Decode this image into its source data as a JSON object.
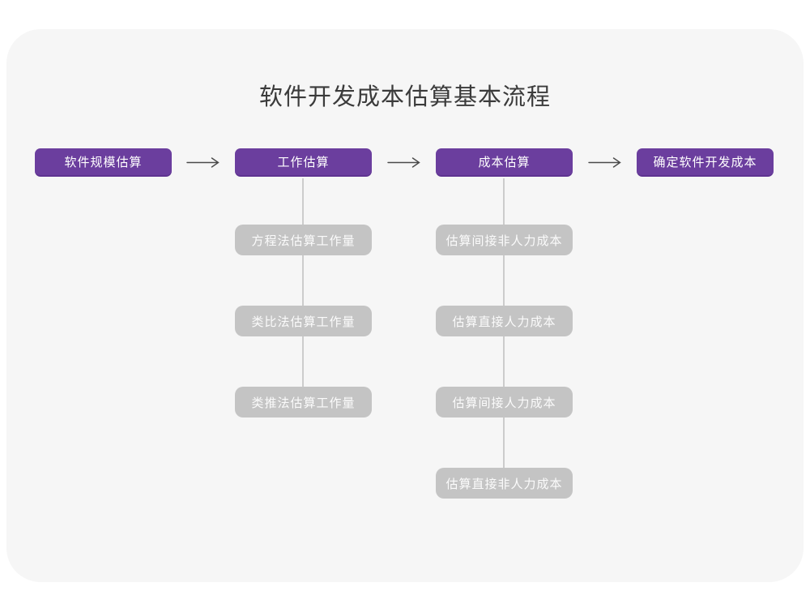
{
  "page": {
    "title": "软件开发成本估算基本流程"
  },
  "colors": {
    "canvas_bg": "#ffffff",
    "card_bg": "#f6f6f6",
    "stage_box_bg": "#6b3e9e",
    "stage_box_text": "#ffffff",
    "sub_box_bg": "#c4c4c4",
    "sub_box_text": "#fbfbfb",
    "arrow": "#4a4a4a",
    "connector": "#cccccc",
    "title_text": "#3b3b3b"
  },
  "flow": {
    "stages": [
      {
        "label": "软件规模估算",
        "children": []
      },
      {
        "label": "工作估算",
        "children": [
          "方程法估算工作量",
          "类比法估算工作量",
          "类推法估算工作量"
        ]
      },
      {
        "label": "成本估算",
        "children": [
          "估算间接非人力成本",
          "估算直接人力成本",
          "估算间接人力成本",
          "估算直接非人力成本"
        ]
      },
      {
        "label": "确定软件开发成本",
        "children": []
      }
    ]
  }
}
